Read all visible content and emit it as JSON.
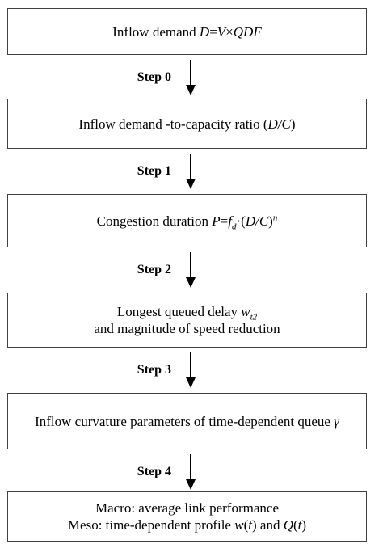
{
  "boxes": [
    {
      "lines": [
        [
          {
            "t": "Inflow demand "
          },
          {
            "t": "D",
            "i": true
          },
          {
            "t": "="
          },
          {
            "t": "V",
            "i": true
          },
          {
            "t": "×"
          },
          {
            "t": "QDF",
            "i": true
          }
        ]
      ]
    },
    {
      "lines": [
        [
          {
            "t": "Inflow demand -to-capacity ratio ("
          },
          {
            "t": "D/C",
            "i": true
          },
          {
            "t": ")"
          }
        ]
      ]
    },
    {
      "lines": [
        [
          {
            "t": "Congestion duration "
          },
          {
            "t": "P",
            "i": true
          },
          {
            "t": "="
          },
          {
            "t": "f",
            "i": true
          },
          {
            "t": "d",
            "i": true,
            "sub": true
          },
          {
            "t": "·("
          },
          {
            "t": "D/C",
            "i": true
          },
          {
            "t": ")"
          },
          {
            "t": "n",
            "i": true,
            "sup": true
          }
        ]
      ]
    },
    {
      "lines": [
        [
          {
            "t": "Longest queued delay "
          },
          {
            "t": "w",
            "i": true
          },
          {
            "t": "t2",
            "i": true,
            "sub": true
          }
        ],
        [
          {
            "t": "and magnitude of speed reduction"
          }
        ]
      ]
    },
    {
      "lines": [
        [
          {
            "t": "Inflow curvature parameters of time-dependent queue "
          },
          {
            "t": "γ",
            "i": true
          }
        ]
      ]
    },
    {
      "lines": [
        [
          {
            "t": "Macro: average link performance"
          }
        ],
        [
          {
            "t": "Meso: time-dependent profile "
          },
          {
            "t": "w",
            "i": true
          },
          {
            "t": "("
          },
          {
            "t": "t",
            "i": true
          },
          {
            "t": ") and "
          },
          {
            "t": "Q",
            "i": true
          },
          {
            "t": "("
          },
          {
            "t": "t",
            "i": true
          },
          {
            "t": ")"
          }
        ]
      ]
    }
  ],
  "steps": [
    "Step 0",
    "Step 1",
    "Step 2",
    "Step 3",
    "Step 4"
  ],
  "colors": {
    "border": "#404040",
    "arrow": "#000000"
  }
}
